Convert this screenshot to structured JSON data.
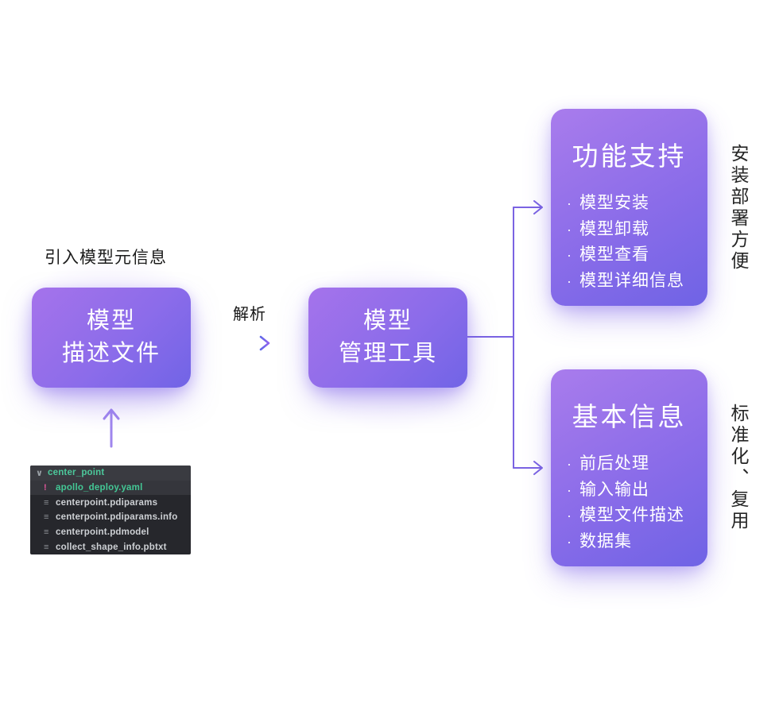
{
  "annotations": {
    "import_label": "引入模型元信息",
    "parse_label": "解析",
    "side_label_top": "安装部署方便",
    "side_label_bottom": "标准化、复用"
  },
  "nodes": {
    "model_file": {
      "line1": "模型",
      "line2": "描述文件"
    },
    "model_tool": {
      "line1": "模型",
      "line2": "管理工具"
    },
    "functions": {
      "title": "功能支持",
      "bullet": "·",
      "items": [
        "模型安装",
        "模型卸载",
        "模型查看",
        "模型详细信息"
      ]
    },
    "basics": {
      "title": "基本信息",
      "bullet": "·",
      "items": [
        "前后处理",
        "输入输出",
        "模型文件描述",
        "数据集"
      ]
    }
  },
  "file_tree": {
    "rows": [
      {
        "icon": "∨",
        "name": "center_point"
      },
      {
        "icon": "!",
        "name": "apollo_deploy.yaml"
      },
      {
        "icon": "≡",
        "name": "centerpoint.pdiparams"
      },
      {
        "icon": "≡",
        "name": "centerpoint.pdiparams.info"
      },
      {
        "icon": "≡",
        "name": "centerpoint.pdmodel"
      },
      {
        "icon": "≡",
        "name": "collect_shape_info.pbtxt"
      }
    ]
  },
  "colors": {
    "node_gradient_start": "#a573eb",
    "node_gradient_end": "#7164e6",
    "connector_purple": "#7a63e2",
    "up_arrow_purple": "#9f86ee",
    "parse_arrow_start": "#5f68e8",
    "parse_arrow_end": "#9164ee",
    "panel_background": "#26272c",
    "folder_green": "#4cc89b",
    "yaml_warn_pink": "#e0569b",
    "file_text_gray": "#cdd0d4"
  }
}
